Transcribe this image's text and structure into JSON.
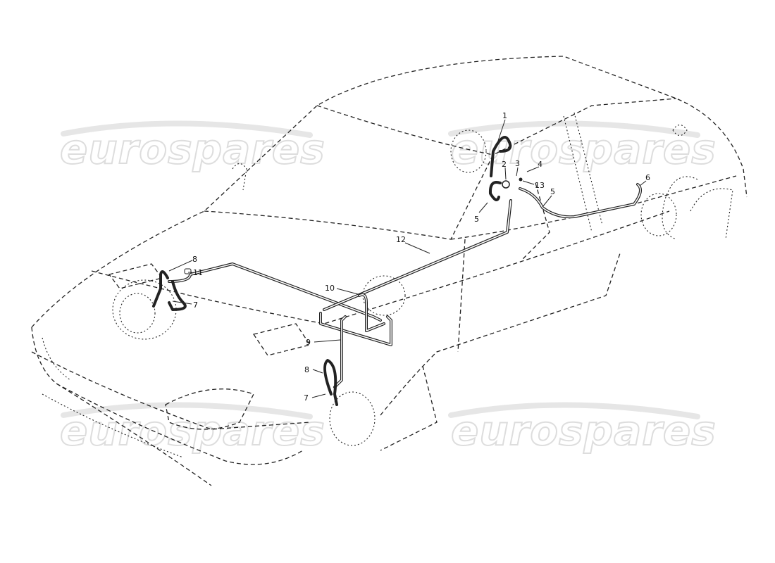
{
  "diagram": {
    "title": "Brake pipe layout",
    "watermark": "eurospares",
    "callouts": [
      "1",
      "2",
      "3",
      "4",
      "13",
      "5",
      "5",
      "6",
      "12",
      "8",
      "11",
      "7",
      "10",
      "9",
      "8",
      "7"
    ]
  }
}
